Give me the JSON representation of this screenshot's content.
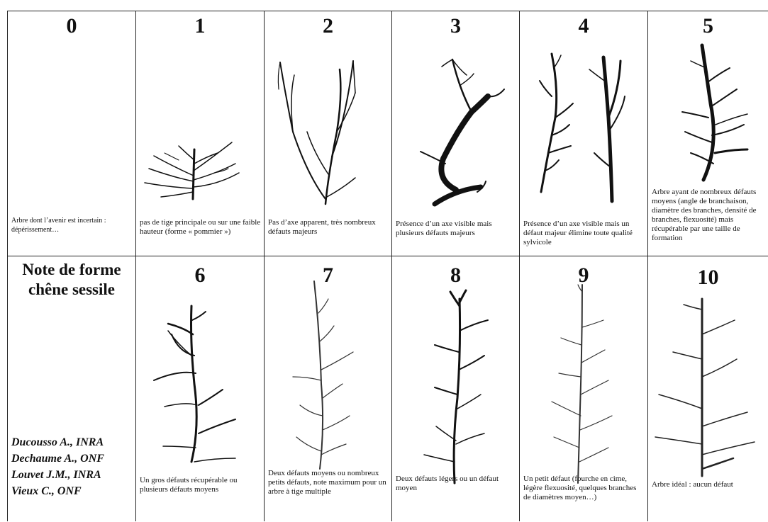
{
  "title": "Note de forme chêne sessile",
  "title_lines": [
    "Note de forme",
    "chêne sessile"
  ],
  "authors": [
    "Ducousso A., INRA",
    "Dechaume A., ONF",
    "Louvet J.M., INRA",
    "Vieux C., ONF"
  ],
  "scores": [
    {
      "number": "0",
      "description": "Arbre dont l’avenir est incertain : dépérissement…"
    },
    {
      "number": "1",
      "description": "pas de tige principale ou sur une faible hauteur (forme « pommier »)"
    },
    {
      "number": "2",
      "description": "Pas d’axe apparent, très nombreux défauts majeurs"
    },
    {
      "number": "3",
      "description": "Présence d’un axe visible mais plusieurs défauts majeurs"
    },
    {
      "number": "4",
      "description": "Présence d’un axe visible mais un défaut majeur élimine toute qualité sylvicole"
    },
    {
      "number": "5",
      "description": "Arbre ayant de nombreux défauts moyens (angle de branchaison, diamètre des branches, densité de branches, flexuosité) mais récupérable par une taille de formation"
    },
    {
      "number": "6",
      "description": "Un gros défauts récupérable ou plusieurs défauts moyens"
    },
    {
      "number": "7",
      "description": "Deux défauts moyens ou nombreux petits défauts, note maximum pour un arbre à tige multiple"
    },
    {
      "number": "8",
      "description": "Deux défauts légers ou un défaut moyen"
    },
    {
      "number": "9",
      "description": "Un petit défaut (fourche en cime, légère flexuosité, quelques branches de diamètres moyen…)"
    },
    {
      "number": "10",
      "description": "Arbre idéal : aucun défaut"
    }
  ]
}
